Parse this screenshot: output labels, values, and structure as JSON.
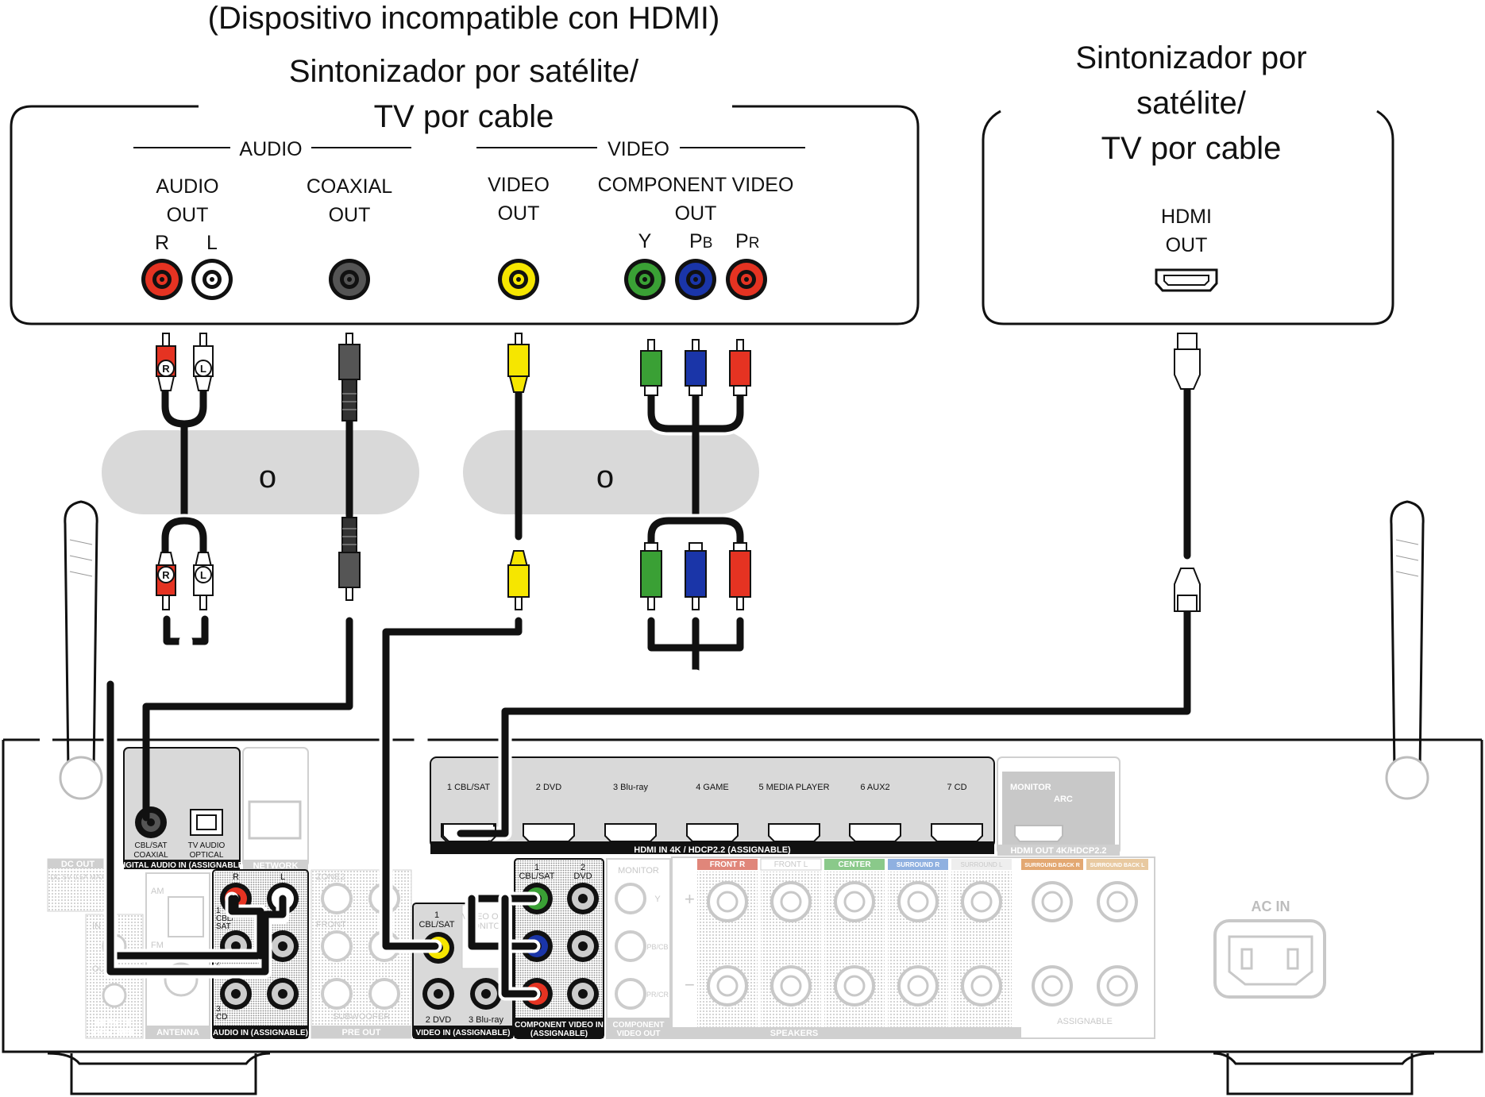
{
  "devices": {
    "left": {
      "caption_note": "(Dispositivo incompatible con HDMI)",
      "title_line1": "Sintonizador por satélite/",
      "title_line2": "TV por cable",
      "groups": {
        "audio": "AUDIO",
        "video": "VIDEO"
      },
      "jacks": {
        "audio_out": {
          "line1": "AUDIO",
          "line2": "OUT",
          "r": "R",
          "l": "L"
        },
        "coaxial_out": {
          "line1": "COAXIAL",
          "line2": "OUT"
        },
        "video_out": {
          "line1": "VIDEO",
          "line2": "OUT"
        },
        "component_out": {
          "line1": "COMPONENT VIDEO",
          "line2": "OUT",
          "y": "Y",
          "pb_main": "P",
          "pb_sub": "B",
          "pr_main": "P",
          "pr_sub": "R"
        }
      }
    },
    "right": {
      "title_line1": "Sintonizador por",
      "title_line2": "satélite/",
      "title_line3": "TV por cable",
      "hdmi_line1": "HDMI",
      "hdmi_line2": "OUT"
    }
  },
  "choice_labels": {
    "audio": "o",
    "video": "o"
  },
  "plug_labels": {
    "r": "R",
    "l": "L"
  },
  "receiver": {
    "hdmi_in": {
      "inputs": [
        "1 CBL/SAT",
        "2 DVD",
        "3 Blu-ray",
        "4 GAME",
        "5 MEDIA PLAYER",
        "6 AUX2",
        "7 CD"
      ],
      "label": "HDMI IN  4K / HDCP2.2 (ASSIGNABLE)"
    },
    "monitor": {
      "line1": "MONITOR",
      "line2": "ARC",
      "label": "HDMI OUT 4K/HDCP2.2"
    },
    "digital_audio": {
      "coax_line1": "CBL/SAT",
      "coax_line2": "COAXIAL",
      "optical_line1": "TV AUDIO",
      "optical_line2": "OPTICAL",
      "label": "DIGITAL AUDIO IN (ASSIGNABLE)"
    },
    "network": "NETWORK",
    "dc_out": {
      "label": "DC OUT",
      "spec": "DC 5V 0.5A MAX"
    },
    "antenna": {
      "am": "AM",
      "fm": "FM",
      "fm_ohm": "75Ω",
      "label": "ANTENNA"
    },
    "remote": {
      "in": "IN",
      "out": "OUT",
      "label_line1": "REMOTE",
      "label_line2": "CONTROL"
    },
    "audio_in": {
      "r": "R",
      "l": "L",
      "cbl": "1",
      "cbl_line1": "CBL/",
      "cbl_line2": "SAT",
      "dvd": "2",
      "cd_num": "3",
      "cd": "CD",
      "label": "AUDIO IN (ASSIGNABLE)"
    },
    "zone2": "ZONE2",
    "pre_out": {
      "front": "FRONT",
      "subwoofer": "SUBWOOFER",
      "label": "PRE OUT"
    },
    "video_in": {
      "cbl_num": "1",
      "cbl": "CBL/SAT",
      "dvd": "2 DVD",
      "bluray": "3 Blu-ray",
      "video_out": "VIDEO OUT",
      "monitor": "MONITOR",
      "label": "VIDEO IN (ASSIGNABLE)"
    },
    "component_in": {
      "cbl_num": "1",
      "cbl": "CBL/SAT",
      "dvd_num": "2",
      "dvd": "DVD",
      "label_line1": "COMPONENT VIDEO IN",
      "label_line2": "(ASSIGNABLE)"
    },
    "component_out": {
      "monitor": "MONITOR",
      "y": "Y",
      "pb": "PB/CB",
      "pr": "PR/CR",
      "label_line1": "COMPONENT",
      "label_line2": "VIDEO OUT"
    },
    "speakers": {
      "channels": [
        "FRONT R",
        "FRONT L",
        "CENTER",
        "SURROUND R",
        "SURROUND L",
        "SURROUND BACK R",
        "SURROUND BACK L"
      ],
      "label": "SPEAKERS",
      "assignable": "ASSIGNABLE",
      "plus": "+",
      "minus": "−",
      "colors": {
        "front_r": "#e0867a",
        "front_l": "#ffffff",
        "center": "#8ac98a",
        "surround_r": "#8fb0e0",
        "surround_l": "#eeeeee",
        "back_r": "#e3a872",
        "back_l": "#e8c9a0"
      }
    },
    "ac_in": "AC IN"
  },
  "colors": {
    "red": "#e53322",
    "white": "#ffffff",
    "grey": "#555555",
    "yellow": "#f6e600",
    "green": "#3aa035",
    "blue": "#1a35a8",
    "choice_band": "#d9d9d9"
  }
}
